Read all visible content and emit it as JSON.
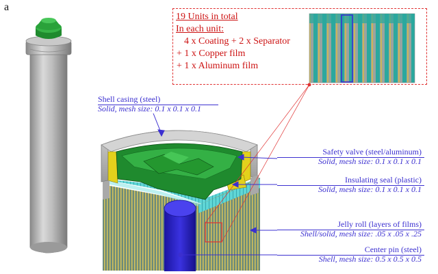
{
  "figure_letter": "a",
  "colors": {
    "label_text": "#3b2fd0",
    "detail_text": "#cc1111",
    "steel_gray": "#b9b9b9",
    "safety_valve_green": "#1f8a2e",
    "insulating_seal_yellow": "#e3d11c",
    "jelly_roll_cyan": "#54d2d2",
    "center_pin_blue": "#2a22c8"
  },
  "detail": {
    "title": "19 Units in total",
    "subtitle": "In each unit:",
    "lines": [
      "4 x Coating + 2 x Separator",
      "+ 1 x Copper film",
      "+ 1 x Aluminum film"
    ]
  },
  "labels": {
    "shell": {
      "title": "Shell casing (steel)",
      "sub": "Solid, mesh size: 0.1 x 0.1 x 0.1"
    },
    "valve": {
      "title": "Safety valve (steel/aluminum)",
      "sub": "Solid, mesh size: 0.1 x 0.1 x 0.1"
    },
    "seal": {
      "title": "Insulating seal (plastic)",
      "sub": "Solid, mesh size: 0.1 x 0.1 x 0.1"
    },
    "jelly": {
      "title": "Jelly roll (layers of films)",
      "sub": "Shell/solid, mesh size: .05 x .05 x .25"
    },
    "pin": {
      "title": "Center pin (steel)",
      "sub": "Shell, mesh size: 0.5 x 0.5 x 0.5"
    }
  }
}
